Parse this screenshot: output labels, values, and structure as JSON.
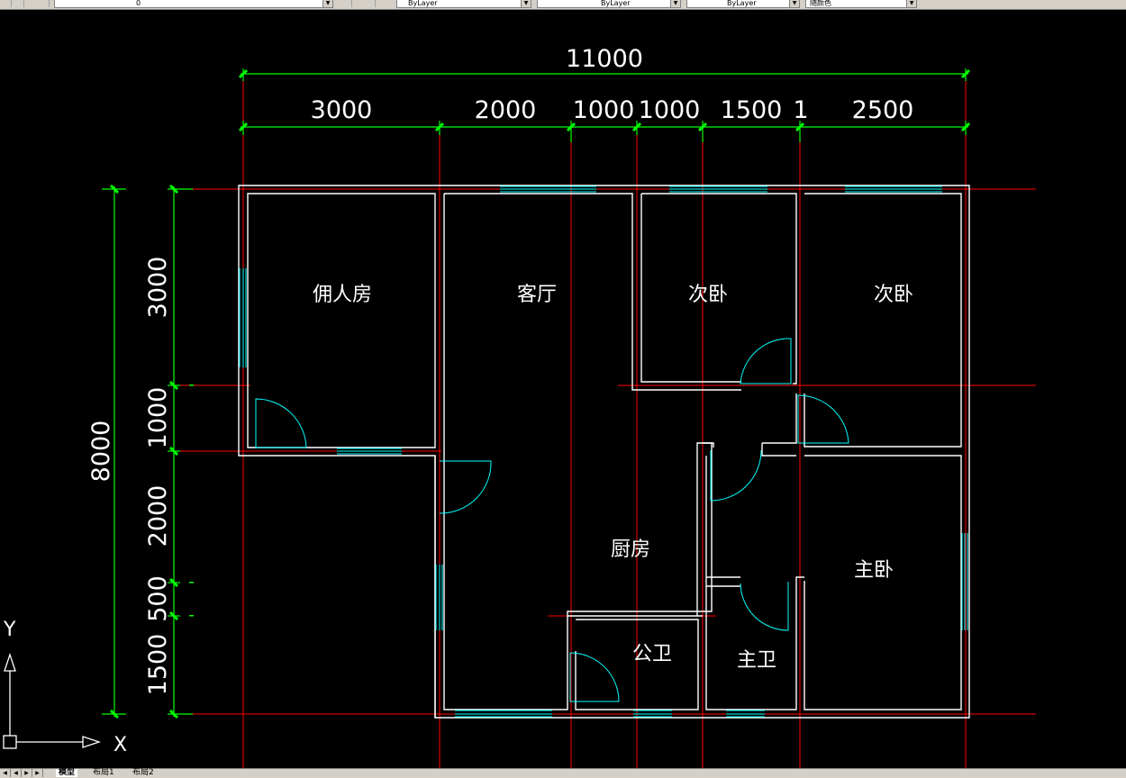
{
  "toolbar": {
    "layer_value": "0",
    "color_value": "ByLayer",
    "linetype_value": "ByLayer",
    "lineweight_value": "ByLayer",
    "plotstyle_value": "随颜色"
  },
  "dimensions": {
    "overall_width": "11000",
    "segments": [
      "3000",
      "2000",
      "1000",
      "1000",
      "1500",
      "1",
      "2500"
    ],
    "overall_height": "8000",
    "vertical_segments": [
      "3000",
      "1000",
      "2000",
      "500",
      "1500"
    ]
  },
  "rooms": {
    "servant": "佣人房",
    "living": "客厅",
    "bedroom2a": "次卧",
    "bedroom2b": "次卧",
    "kitchen": "厨房",
    "master": "主卧",
    "public_bath": "公卫",
    "master_bath": "主卫"
  },
  "ucs": {
    "x": "X",
    "y": "Y"
  },
  "tabs": [
    "模型",
    "布局1",
    "布局2"
  ],
  "colors": {
    "background": "#000000",
    "walls": "#ffffff",
    "axis_lines": "#ff0000",
    "dimensions": "#00ff00",
    "windows_doors": "#00ffff"
  }
}
